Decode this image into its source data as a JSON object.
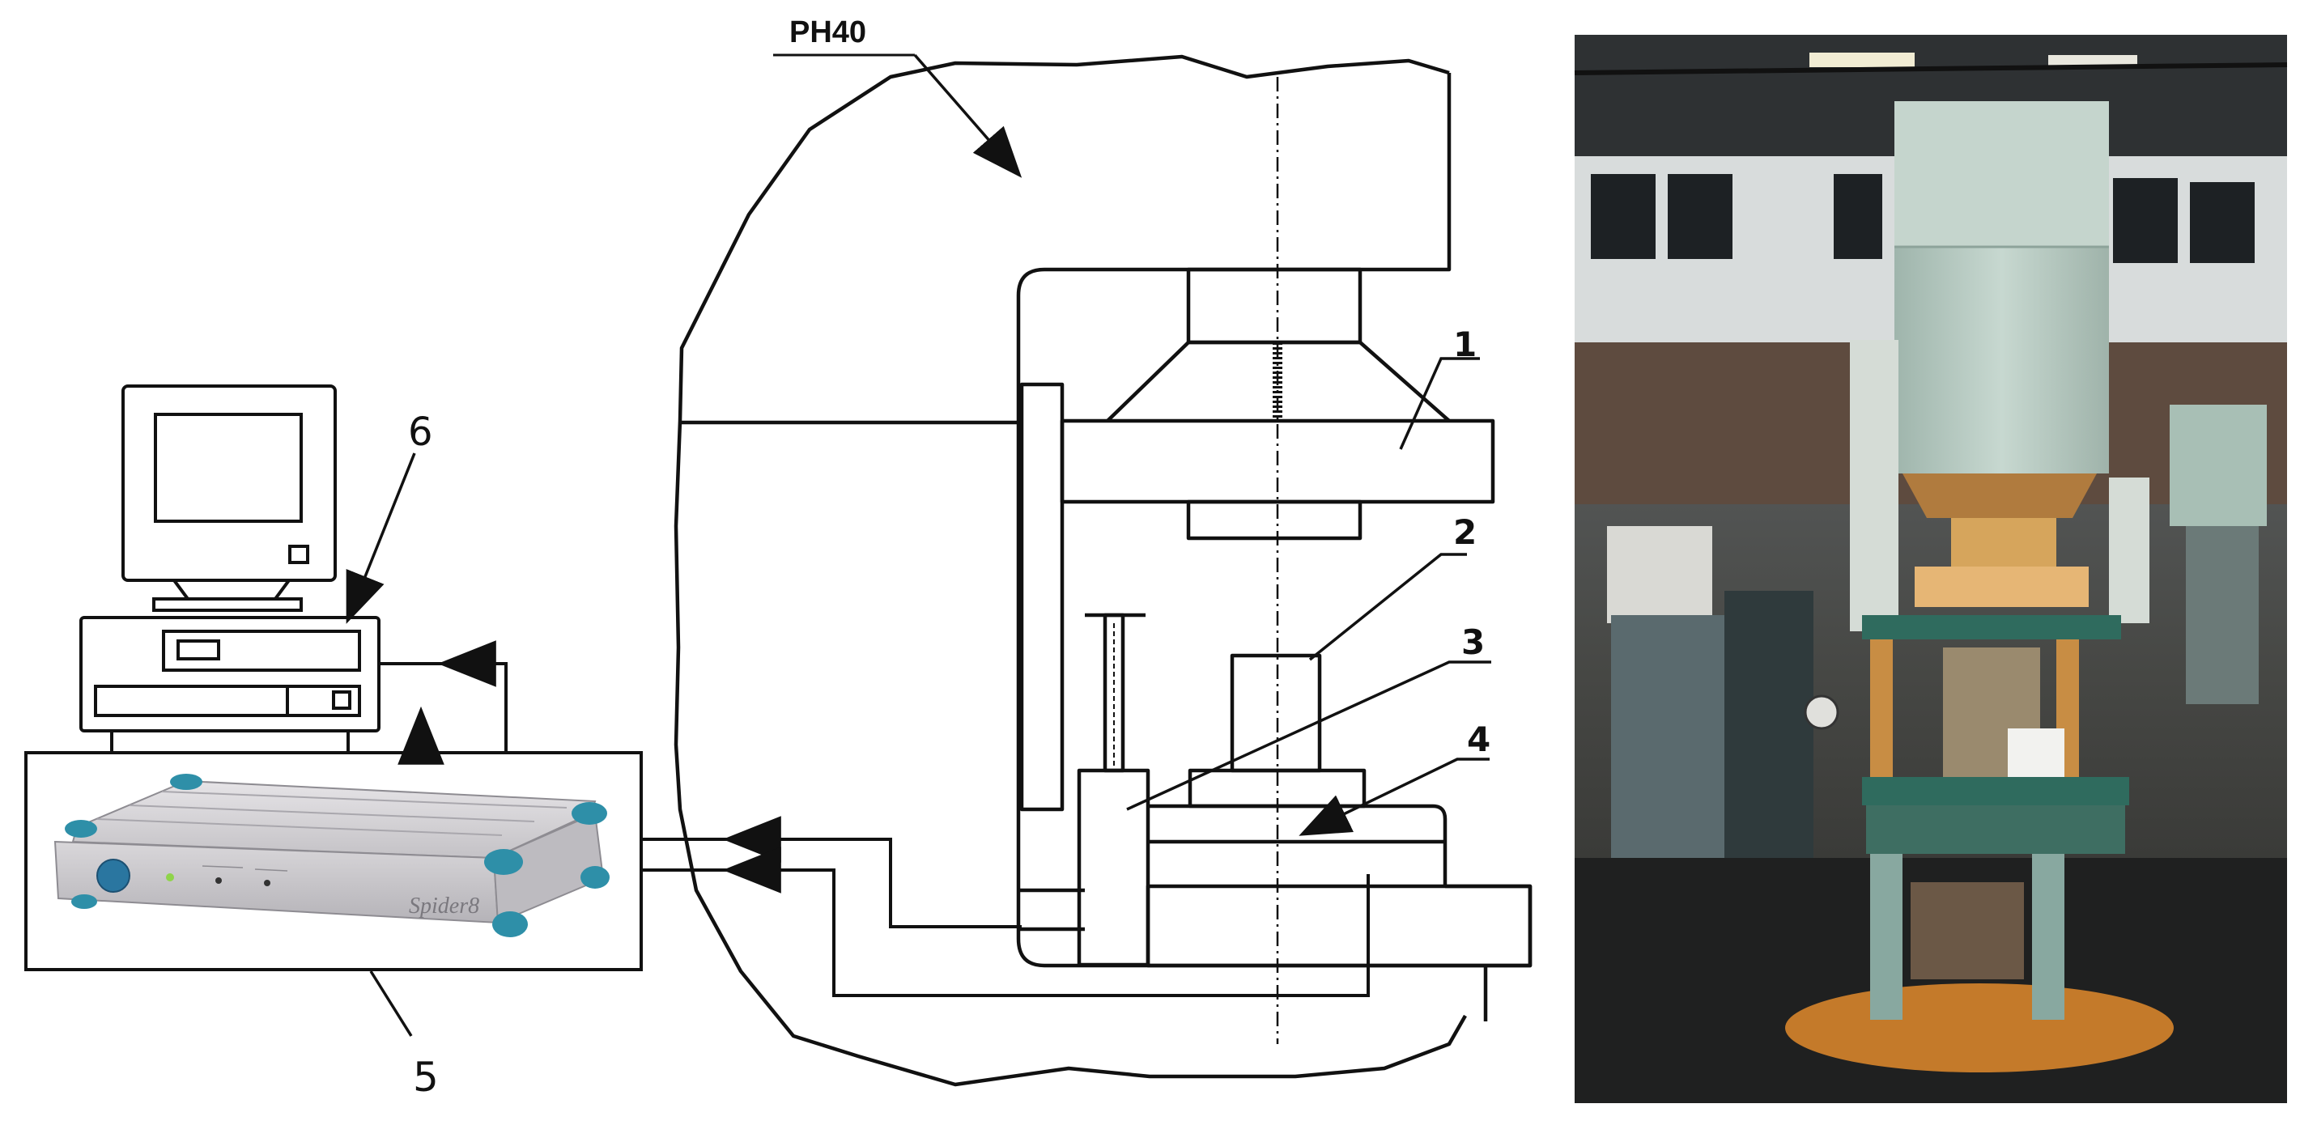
{
  "diagram": {
    "press_label": "PH40",
    "callouts": [
      "1",
      "2",
      "3",
      "4",
      "5",
      "6"
    ],
    "daq_brand": "Spider8"
  },
  "colors": {
    "line": "#111111",
    "device_body": "#cfcdd0",
    "device_feet": "#2e8fa8",
    "press_body": "#b9ccc3",
    "press_frame": "#2f6b5e",
    "press_gold": "#c98a3c"
  },
  "photo": {
    "icon": "photo-of-hydraulic-press"
  }
}
